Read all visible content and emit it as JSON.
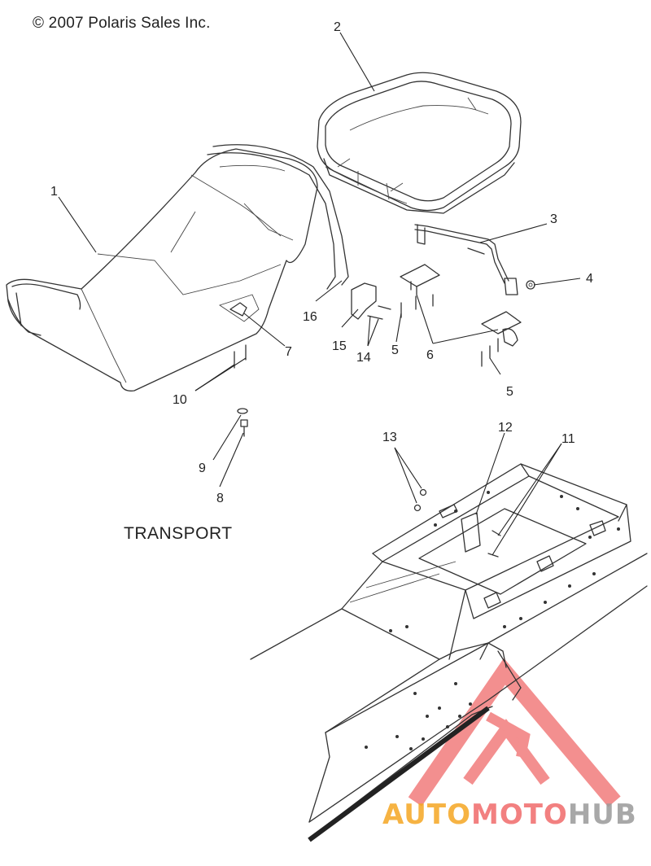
{
  "header": {
    "copyright": "© 2007 Polaris Sales Inc."
  },
  "section": {
    "label": "TRANSPORT"
  },
  "callouts": [
    {
      "id": "1",
      "label": "1"
    },
    {
      "id": "2",
      "label": "2"
    },
    {
      "id": "3",
      "label": "3"
    },
    {
      "id": "4",
      "label": "4"
    },
    {
      "id": "5a",
      "label": "5"
    },
    {
      "id": "5b",
      "label": "5"
    },
    {
      "id": "6",
      "label": "6"
    },
    {
      "id": "7",
      "label": "7"
    },
    {
      "id": "8",
      "label": "8"
    },
    {
      "id": "9",
      "label": "9"
    },
    {
      "id": "10",
      "label": "10"
    },
    {
      "id": "11",
      "label": "11"
    },
    {
      "id": "12",
      "label": "12"
    },
    {
      "id": "13",
      "label": "13"
    },
    {
      "id": "14",
      "label": "14"
    },
    {
      "id": "15",
      "label": "15"
    },
    {
      "id": "16",
      "label": "16"
    }
  ],
  "watermark": {
    "part1": "AUTO",
    "part2": "MOTO",
    "part3": "HUB",
    "color_orange": "#f5a623",
    "color_red": "#f06a6a",
    "color_gray": "#9a9a9a"
  }
}
